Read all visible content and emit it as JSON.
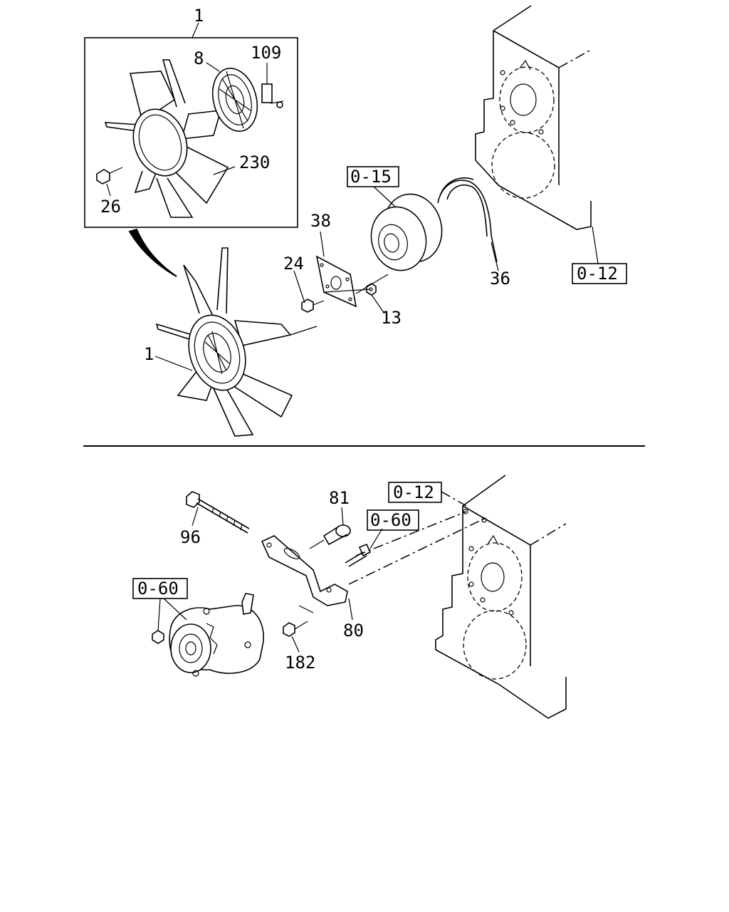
{
  "diagram": {
    "top_section": {
      "callouts": [
        "1",
        "8",
        "109",
        "230",
        "26",
        "38",
        "24",
        "13",
        "1",
        "36"
      ],
      "ref_boxes": [
        "0-15",
        "0-12"
      ]
    },
    "bottom_section": {
      "callouts": [
        "81",
        "96",
        "80",
        "182"
      ],
      "ref_boxes": [
        "0-12",
        "0-60",
        "0-60"
      ]
    }
  }
}
